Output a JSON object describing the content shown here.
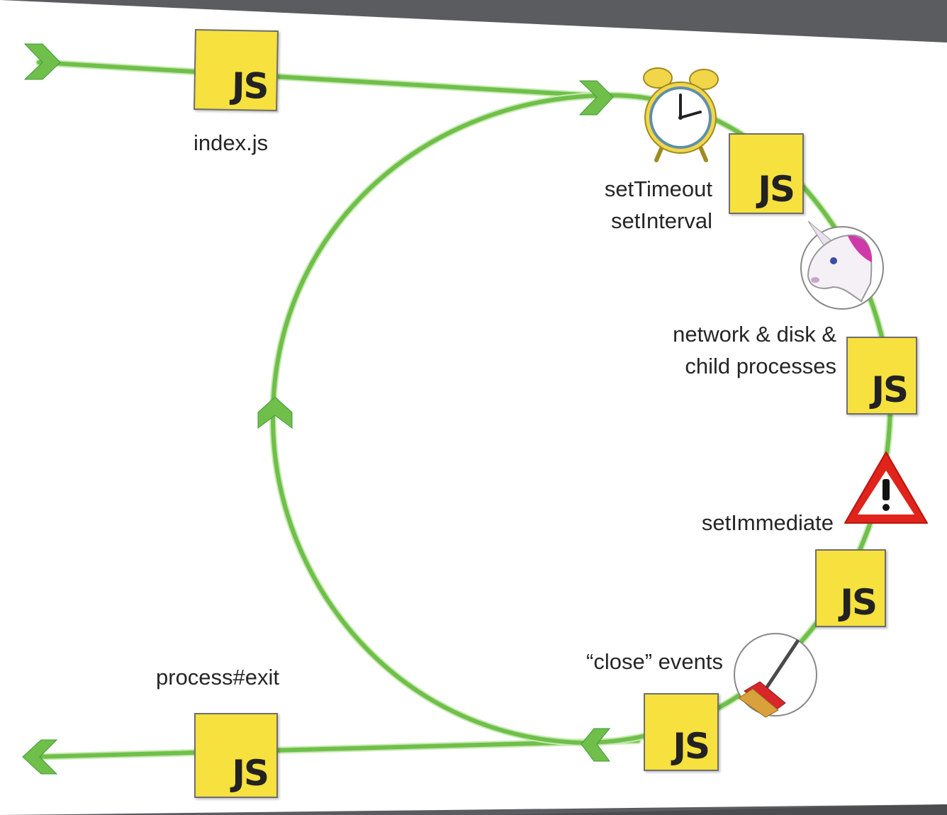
{
  "colors": {
    "loop": "#6fbf4a",
    "loop_edge": "#c8eab2",
    "js_box": "#f6e13e",
    "warning": "#e0231b",
    "frame": "#5a5c60"
  },
  "boxes": [
    {
      "id": "entry",
      "text": "JS"
    },
    {
      "id": "timers",
      "text": "JS"
    },
    {
      "id": "io",
      "text": "JS"
    },
    {
      "id": "check",
      "text": "JS"
    },
    {
      "id": "close",
      "text": "JS"
    },
    {
      "id": "exit",
      "text": "JS"
    }
  ],
  "labels": {
    "index": "index.js",
    "timers_line1": "setTimeout",
    "timers_line2": "setInterval",
    "io_line1": "network & disk &",
    "io_line2": "child processes",
    "immediate": "setImmediate",
    "close": "“close” events",
    "exit": "process#exit"
  },
  "icons": {
    "timers": "alarm-clock-icon",
    "io": "unicorn-icon",
    "check": "warning-icon",
    "close": "broom-icon"
  }
}
